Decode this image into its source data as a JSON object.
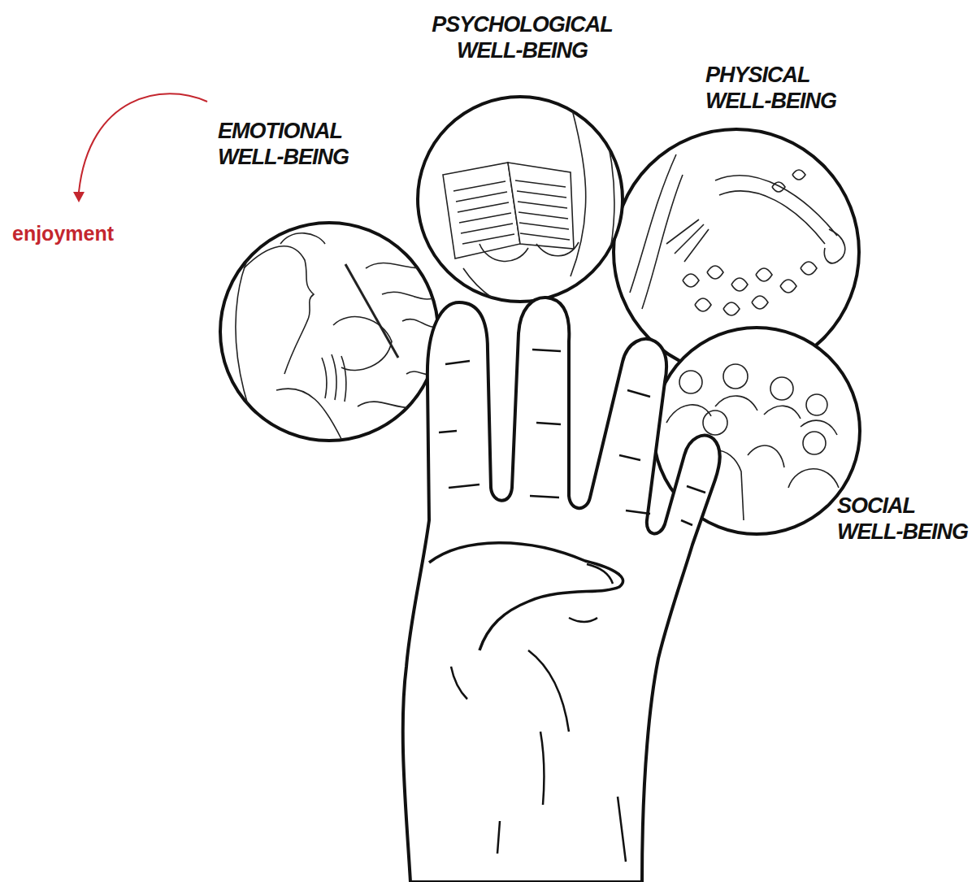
{
  "diagram": {
    "nodes": [
      {
        "text": [
          "EMOTIONAL WELL-BEING"
        ]
      },
      {
        "text": [
          "PSYCHOLOGICAL WELL-BEING"
        ]
      },
      {
        "text": [
          "PHYSICAL WELL-BEING"
        ]
      },
      {
        "text": [
          "SOCIAL WELL-BEING"
        ]
      }
    ],
    "labels": [
      "enjoyment"
    ]
  }
}
